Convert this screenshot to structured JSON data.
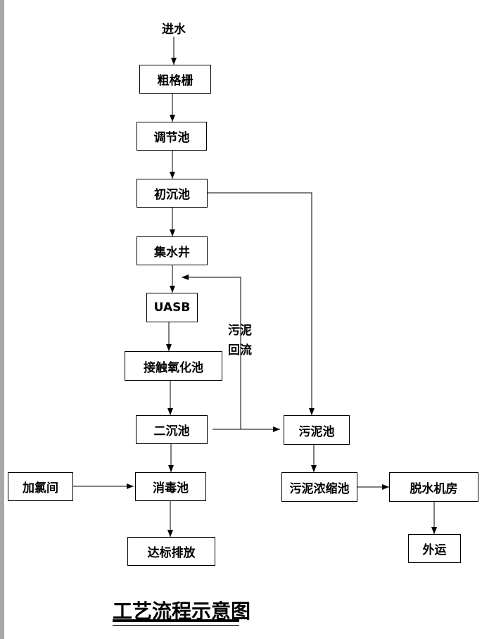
{
  "nodes": {
    "inflow": "进水",
    "coarse_screen": "粗格栅",
    "regulating_tank": "调节池",
    "primary_sedimentation": "初沉池",
    "collection_well": "集水井",
    "uasb": "UASB",
    "contact_oxidation": "接触氧化池",
    "secondary_sedimentation": "二沉池",
    "chlorination_room": "加氯间",
    "disinfection_tank": "消毒池",
    "discharge": "达标排放",
    "sludge_tank": "污泥池",
    "sludge_thickener": "污泥浓缩池",
    "dewatering_room": "脱水机房",
    "transport_out": "外运"
  },
  "annotations": {
    "sludge_return_line1": "污泥",
    "sludge_return_line2": "回流"
  },
  "caption": "工艺流程示意图"
}
